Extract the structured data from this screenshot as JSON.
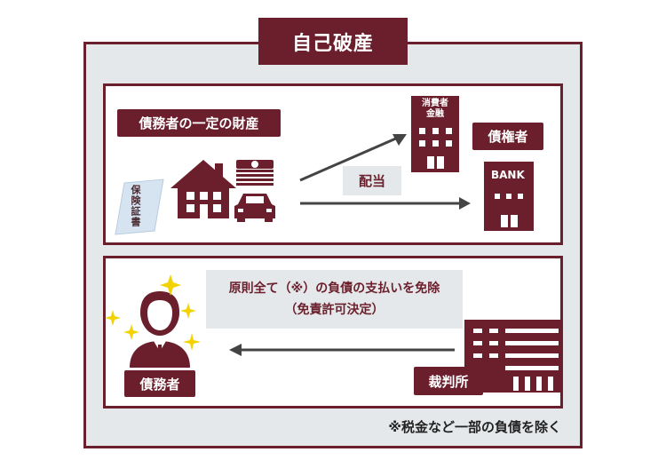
{
  "title": "自己破産",
  "top_panel": {
    "property_label": "債務者の一定の財産",
    "insurance_doc_label": "保険証書",
    "distribution_label": "配当",
    "consumer_finance_label": "消費者\n金融",
    "creditor_label": "債権者",
    "bank_sign": "BANK"
  },
  "bottom_panel": {
    "exemption_line1": "原則全て（※）の負債の支払いを免除",
    "exemption_line2": "（免責許可決定）",
    "debtor_label": "債務者",
    "court_label": "裁判所"
  },
  "footnote": "※税金など一部の負債を除く",
  "colors": {
    "primary": "#6b1f2c",
    "panel_bg": "#e5e8ea",
    "insurance_blue": "#d6e4f1",
    "sparkle": "#f2d200"
  }
}
